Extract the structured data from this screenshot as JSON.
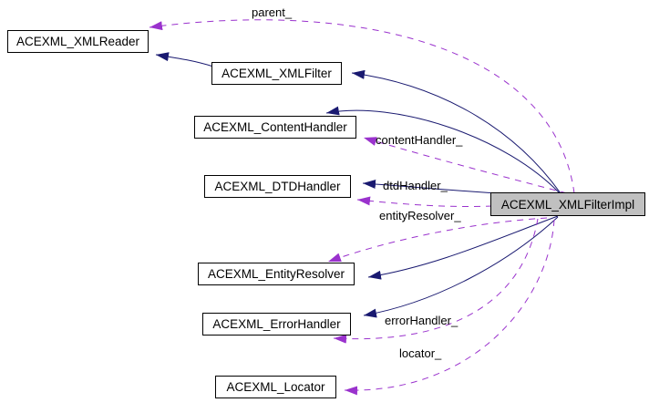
{
  "diagram": {
    "kind": "collaboration-graph",
    "focus_node": "ACEXML_XMLFilterImpl",
    "nodes": [
      {
        "id": "xmlreader",
        "label": "ACEXML_XMLReader"
      },
      {
        "id": "xmlfilter",
        "label": "ACEXML_XMLFilter"
      },
      {
        "id": "contenthandler",
        "label": "ACEXML_ContentHandler"
      },
      {
        "id": "dtdhandler",
        "label": "ACEXML_DTDHandler"
      },
      {
        "id": "xmlfilterimpl",
        "label": "ACEXML_XMLFilterImpl"
      },
      {
        "id": "entityresolver",
        "label": "ACEXML_EntityResolver"
      },
      {
        "id": "errorhandler",
        "label": "ACEXML_ErrorHandler"
      },
      {
        "id": "locator",
        "label": "ACEXML_Locator"
      }
    ],
    "edge_labels": [
      {
        "id": "parent",
        "label": "parent_"
      },
      {
        "id": "contenthandler",
        "label": "contentHandler_"
      },
      {
        "id": "dtdhandler",
        "label": "dtdHandler_"
      },
      {
        "id": "entityresolver",
        "label": "entityResolver_"
      },
      {
        "id": "errorhandler",
        "label": "errorHandler_"
      },
      {
        "id": "locator",
        "label": "locator_"
      }
    ],
    "colors": {
      "inheritance_edge": "#191970",
      "usage_edge": "#9a32cd",
      "node_border": "#000000",
      "node_background": "#ffffff",
      "focus_node_background": "#c0c0c0",
      "text": "#000000",
      "page_background": "#ffffff"
    }
  }
}
